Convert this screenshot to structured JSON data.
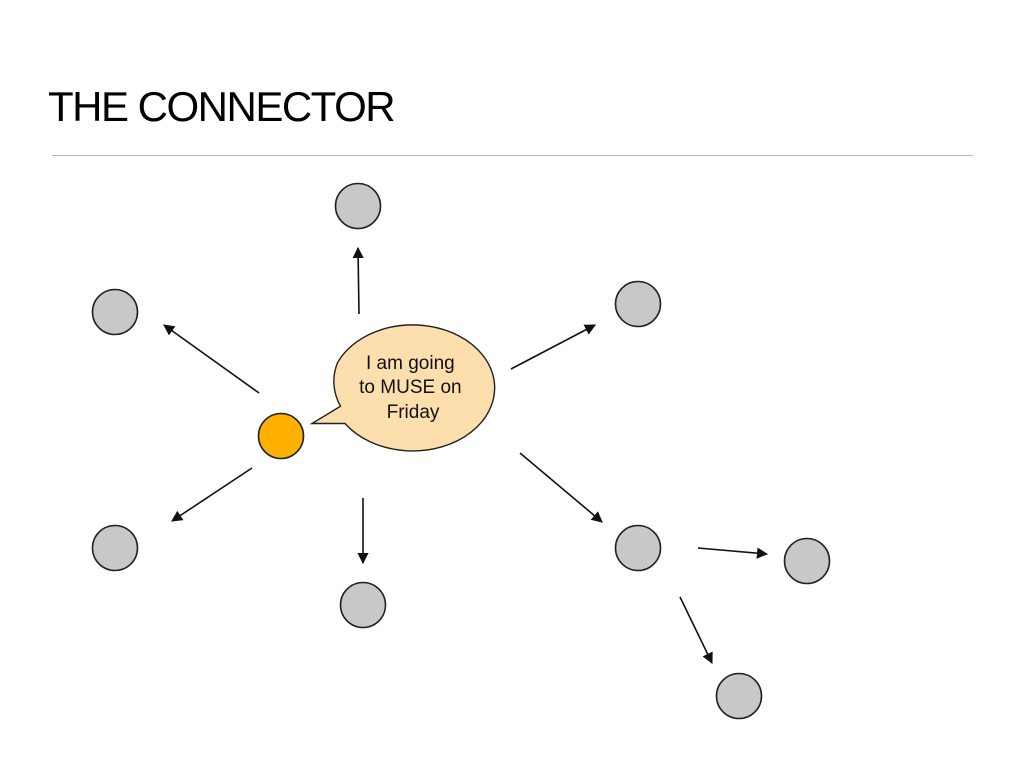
{
  "slide": {
    "title": "THE CONNECTOR"
  },
  "speech_bubble": {
    "lines": [
      "I am going",
      "to MUSE on",
      "Friday"
    ]
  },
  "colors": {
    "connector_node": "#FFB000",
    "other_node": "#C8C8C8",
    "node_stroke": "#222222",
    "bubble_fill": "#FDDFAE",
    "arrow": "#111111"
  }
}
